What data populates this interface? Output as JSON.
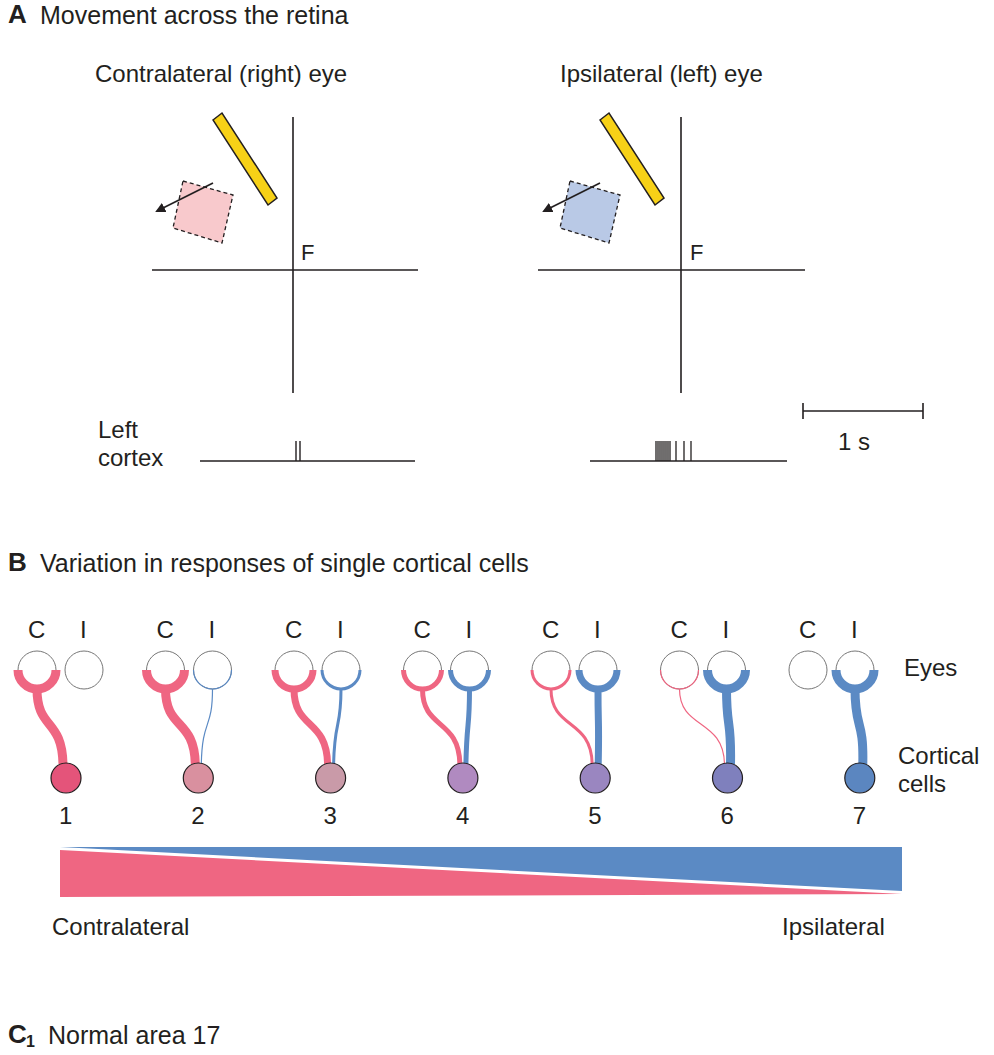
{
  "diagram": {
    "labels": [
      "A",
      "Movement across the retina",
      "Contralateral (right) eye",
      "Ipsilateral (left) eye",
      "F",
      "F",
      "Left cortex",
      "1 s",
      "B",
      "Variation in responses of single cortical cells",
      "C",
      "I",
      "C",
      "I",
      "C",
      "I",
      "C",
      "I",
      "C",
      "I",
      "C",
      "I",
      "C",
      "I",
      "Eyes",
      "Cortical cells",
      "1",
      "2",
      "3",
      "4",
      "5",
      "6",
      "7",
      "Contralateral",
      "Ipsilateral",
      "C",
      "1",
      "Normal area 17"
    ]
  }
}
